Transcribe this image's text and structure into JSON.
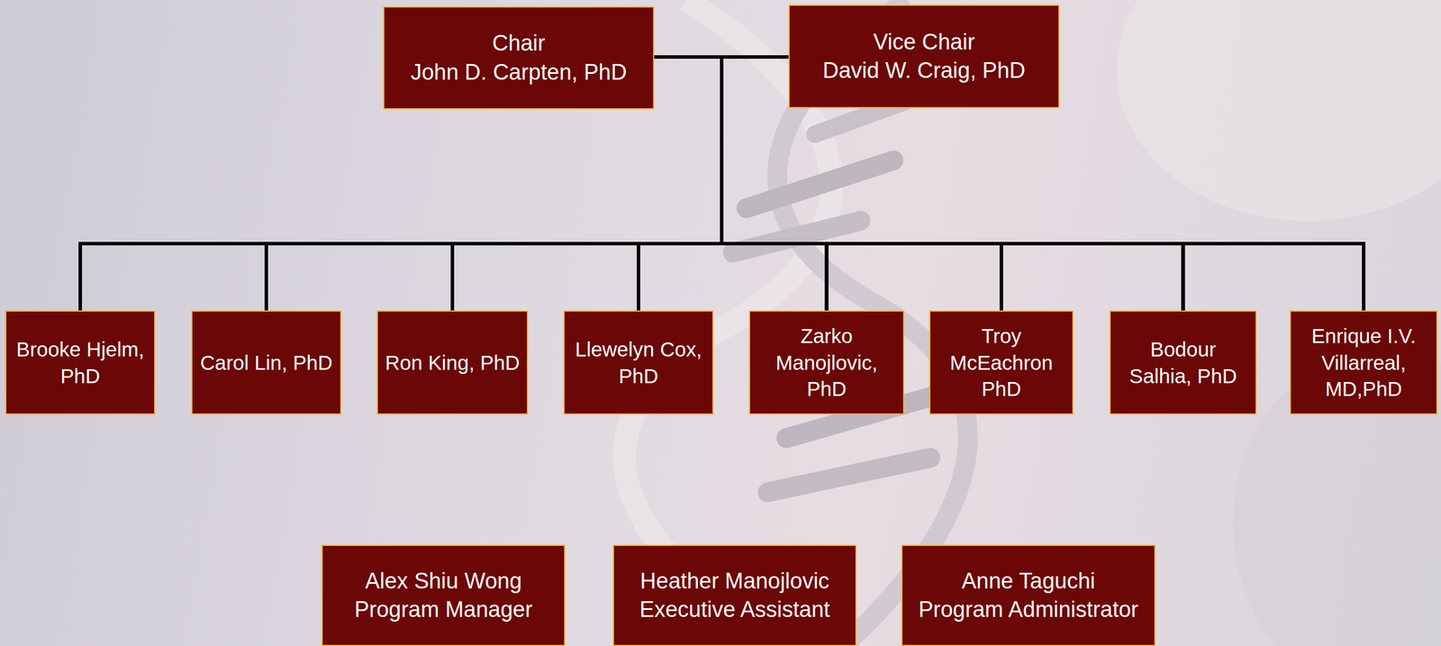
{
  "diagram": {
    "nodes": [
      {
        "text": [
          "Chair",
          "John D. Carpten, PhD"
        ]
      },
      {
        "text": [
          "Vice Chair",
          "David W. Craig, PhD"
        ]
      },
      {
        "text": [
          "Brooke Hjelm, PhD"
        ]
      },
      {
        "text": [
          "Carol Lin, PhD"
        ]
      },
      {
        "text": [
          "Ron King, PhD"
        ]
      },
      {
        "text": [
          "Llewelyn Cox, PhD"
        ]
      },
      {
        "text": [
          "Zarko Manojlovic, PhD"
        ]
      },
      {
        "text": [
          "Troy McEachron PhD"
        ]
      },
      {
        "text": [
          "Bodour Salhia, PhD"
        ]
      },
      {
        "text": [
          "Enrique I.V. Villarreal, MD,PhD"
        ]
      },
      {
        "text": [
          "Alex Shiu Wong",
          "Program Manager"
        ]
      },
      {
        "text": [
          "Heather Manojlovic",
          "Executive Assistant"
        ]
      },
      {
        "text": [
          "Anne Taguchi",
          "Program Administrator"
        ]
      }
    ],
    "edges": [
      {
        "from": 0,
        "to": 1,
        "arrow": "none"
      },
      {
        "from": 0,
        "to": 2,
        "arrow": "none"
      },
      {
        "from": 0,
        "to": 3,
        "arrow": "none"
      },
      {
        "from": 0,
        "to": 4,
        "arrow": "none"
      },
      {
        "from": 0,
        "to": 5,
        "arrow": "none"
      },
      {
        "from": 0,
        "to": 6,
        "arrow": "none"
      },
      {
        "from": 0,
        "to": 7,
        "arrow": "none"
      },
      {
        "from": 0,
        "to": 8,
        "arrow": "none"
      },
      {
        "from": 0,
        "to": 9,
        "arrow": "none"
      },
      {
        "from": 1,
        "to": 2,
        "arrow": "none"
      },
      {
        "from": 1,
        "to": 3,
        "arrow": "none"
      },
      {
        "from": 1,
        "to": 4,
        "arrow": "none"
      },
      {
        "from": 1,
        "to": 5,
        "arrow": "none"
      },
      {
        "from": 1,
        "to": 6,
        "arrow": "none"
      },
      {
        "from": 1,
        "to": 7,
        "arrow": "none"
      },
      {
        "from": 1,
        "to": 8,
        "arrow": "none"
      },
      {
        "from": 1,
        "to": 9,
        "arrow": "none"
      }
    ]
  }
}
